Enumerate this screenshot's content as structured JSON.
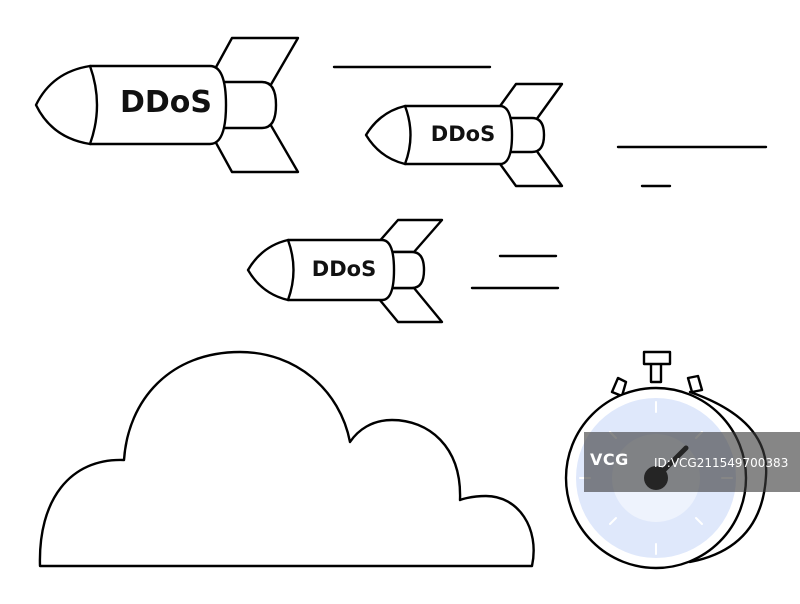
{
  "rockets": [
    {
      "label": "DDoS"
    },
    {
      "label": "DDoS"
    },
    {
      "label": "DDoS"
    }
  ],
  "watermark": {
    "logo": "VCG",
    "id": "ID:VCG211549700383"
  },
  "colors": {
    "stroke": "#000000",
    "dial_fill": "#c9d8f5",
    "dial_ring": "#dfe8fb",
    "background": "#ffffff"
  }
}
